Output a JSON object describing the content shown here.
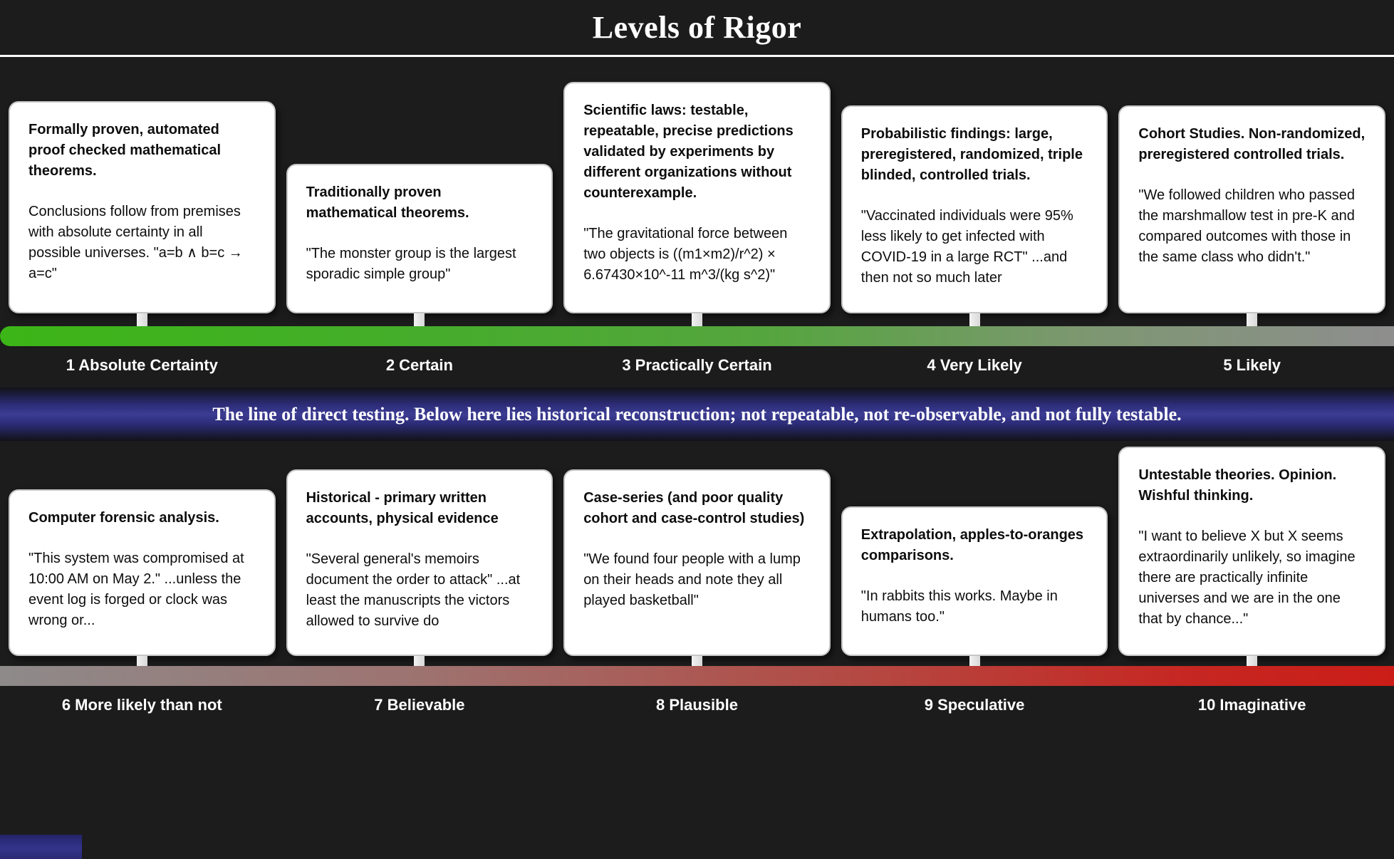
{
  "header": {
    "title": "Levels of Rigor"
  },
  "top": {
    "cards": [
      {
        "heading": "Formally proven, automated proof checked mathematical theorems.",
        "body": "Conclusions follow from premises with absolute certainty in all possible universes. \"a=b ∧ b=c → a=c\""
      },
      {
        "heading": "Traditionally proven mathematical theorems.",
        "body": "\"The monster group is the largest sporadic simple group\""
      },
      {
        "heading": "Scientific laws: testable, repeatable, precise predictions validated by experiments by different organizations without counterexample.",
        "body": "\"The gravitational force between two objects is ((m1×m2)/r^2) × 6.67430×10^-11 m^3/(kg s^2)\""
      },
      {
        "heading": "Probabilistic findings: large, preregistered, randomized, triple blinded, controlled trials.",
        "body": "\"Vaccinated individuals were 95% less likely to get infected with COVID-19 in a large RCT\" ...and then not so much later"
      },
      {
        "heading": "Cohort Studies. Non-randomized, preregistered controlled trials.",
        "body": "\"We followed children who passed the marshmallow test in pre-K and compared outcomes with those in the same class who didn't.\""
      }
    ],
    "labels": [
      "1 Absolute Certainty",
      "2 Certain",
      "3 Practically Certain",
      "4 Very Likely",
      "5 Likely"
    ]
  },
  "divider": {
    "text": "The line of direct testing. Below here lies historical reconstruction; not repeatable, not re-observable, and not fully testable."
  },
  "bottom": {
    "cards": [
      {
        "heading": "Computer forensic analysis.",
        "body": "\"This system was compromised at 10:00 AM on May 2.\" ...unless the event log is forged or clock was wrong or..."
      },
      {
        "heading": "Historical - primary written accounts, physical evidence",
        "body": "\"Several general's memoirs document the order to attack\" ...at least the manuscripts the victors allowed to survive do"
      },
      {
        "heading": "Case-series (and poor quality cohort and case-control studies)",
        "body": "\"We found four people with a lump on their heads and note they all played basketball\""
      },
      {
        "heading": "Extrapolation, apples-to-oranges comparisons.",
        "body": "\"In rabbits this works. Maybe in humans too.\""
      },
      {
        "heading": "Untestable theories. Opinion. Wishful thinking.",
        "body": "\"I want to believe X but X seems extraordinarily unlikely, so imagine there are practically infinite universes and we are in the one that by chance...\""
      }
    ],
    "labels": [
      "6 More likely than not",
      "7 Believable",
      "8 Plausible",
      "9 Speculative",
      "10 Imaginative"
    ]
  },
  "colors": {
    "background": "#1c1c1c",
    "card_background": "#ffffff",
    "top_bar_start_green": "#3cb517",
    "top_bar_end_gray": "#8e8e8e",
    "bottom_bar_start_gray": "#8e8a8a",
    "bottom_bar_end_red": "#cb1d18",
    "divider_indigo": "#3c3c94",
    "text_white": "#ffffff"
  }
}
